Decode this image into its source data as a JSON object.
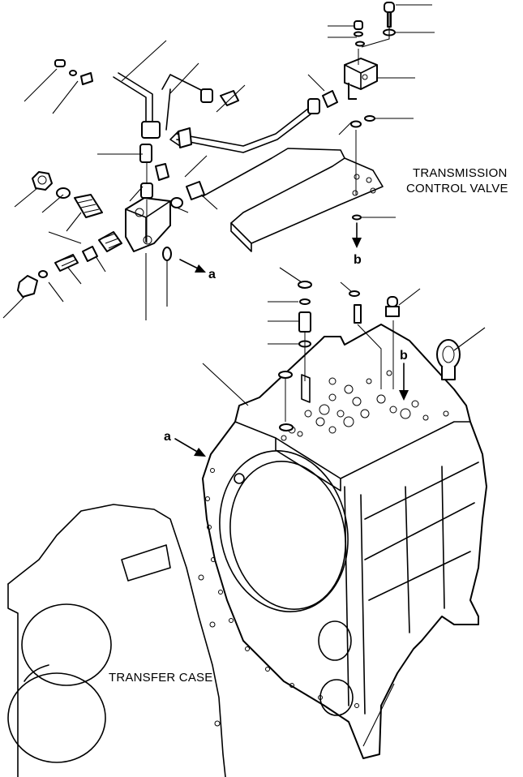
{
  "labels": {
    "valve_line1": "TRANSMISSION",
    "valve_line2": "CONTROL VALVE",
    "transfer_case": "TRANSFER CASE",
    "ref_a_left": "a",
    "ref_a_right": "a",
    "ref_b_top": "b",
    "ref_b_right": "b"
  }
}
